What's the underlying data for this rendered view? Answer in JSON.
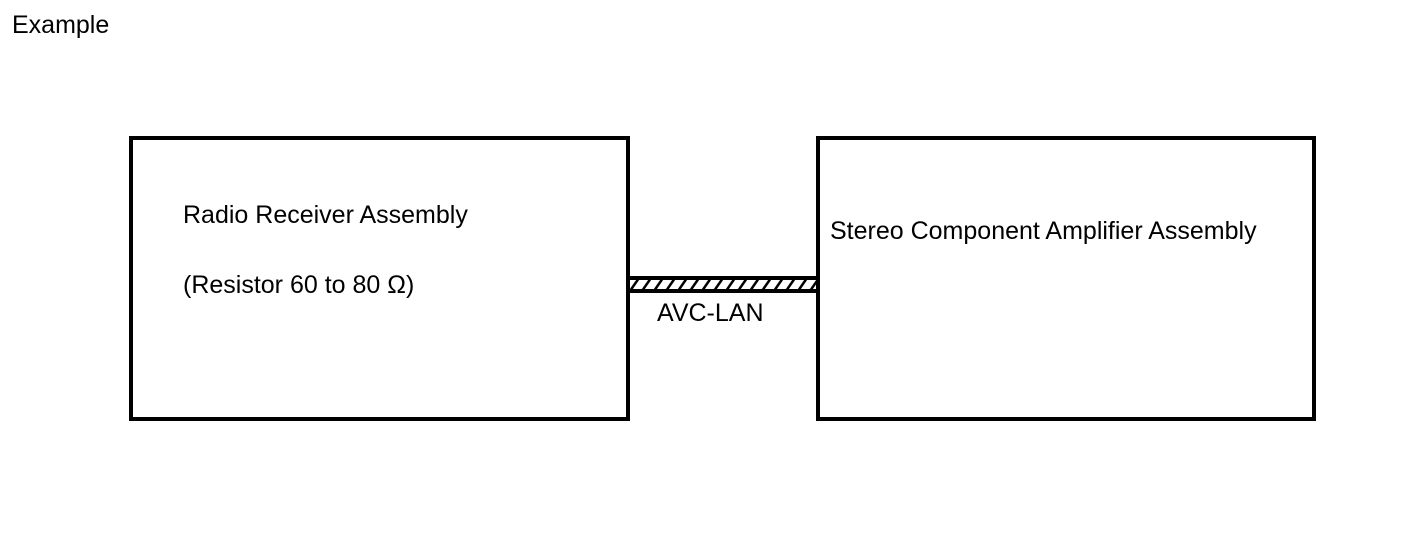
{
  "caption": "Example",
  "left_box": {
    "name": "Radio Receiver Assembly",
    "detail": "(Resistor 60 to 80 Ω)"
  },
  "right_box": {
    "name": "Stereo Component Amplifier Assembly"
  },
  "connection": {
    "label": "AVC-LAN",
    "style": "hatched-cable"
  },
  "colors": {
    "stroke": "#000000",
    "background": "#ffffff"
  }
}
